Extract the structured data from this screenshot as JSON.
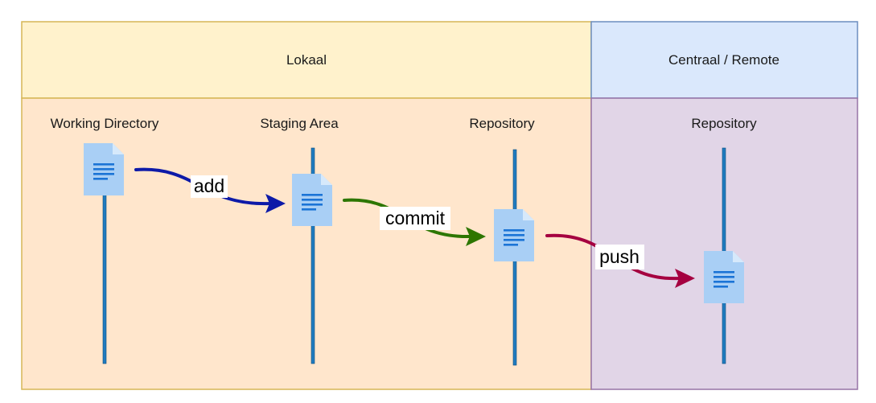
{
  "zones": {
    "local": {
      "title": "Lokaal",
      "header_fill": "#fff2cc",
      "body_fill": "#ffe6cc",
      "stroke": "#d6b656"
    },
    "remote": {
      "title": "Centraal / Remote",
      "header_fill": "#dae8fc",
      "body_fill": "#e1d5e7",
      "stroke": "#9673a6"
    }
  },
  "columns": [
    {
      "label": "Working Directory"
    },
    {
      "label": "Staging Area"
    },
    {
      "label": "Repository"
    },
    {
      "label": "Repository"
    }
  ],
  "actions": [
    {
      "label": "add",
      "color": "#0d1aa8"
    },
    {
      "label": "commit",
      "color": "#2d7600"
    },
    {
      "label": "push",
      "color": "#a50040"
    }
  ],
  "icons": {
    "document": "document-icon"
  },
  "colors": {
    "lifeline": "#1f7bbf",
    "doc_fill": "#a9cff5",
    "doc_lines": "#1b74d6"
  }
}
